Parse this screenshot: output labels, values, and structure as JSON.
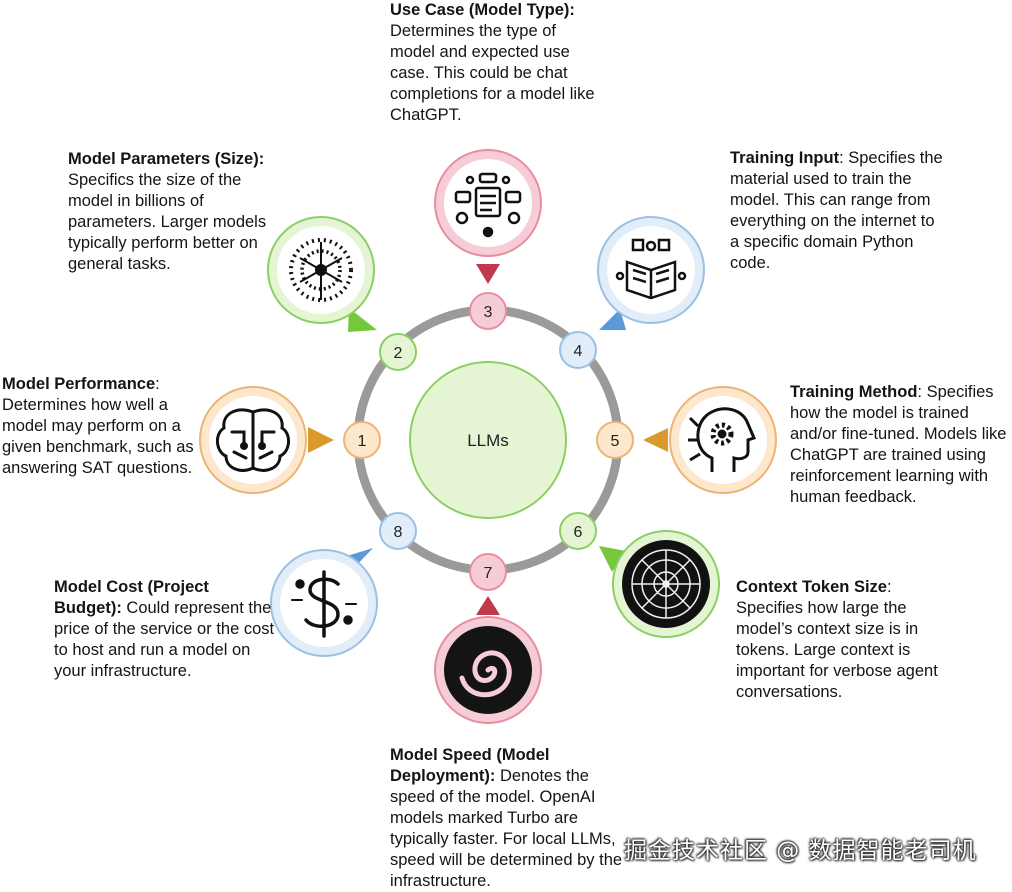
{
  "center": {
    "label": "LLMs"
  },
  "colors": {
    "ring": "#9a9a9a",
    "pink_fill": "#f6cdd6",
    "pink_stroke": "#e88e9f",
    "pink_tip": "#c0394c",
    "green_fill": "#e5f5d4",
    "green_stroke": "#8ccf64",
    "green_tip": "#74c83c",
    "blue_fill": "#e1edf8",
    "blue_stroke": "#9cc0e4",
    "blue_tip": "#5b9ad8",
    "orange_fill": "#fde7cd",
    "orange_stroke": "#eab575",
    "orange_tip": "#d89a2c"
  },
  "nodes": [
    {
      "num": "1",
      "color": "orange",
      "icon": "brain-circuit-icon"
    },
    {
      "num": "2",
      "color": "green",
      "icon": "neural-tree-icon"
    },
    {
      "num": "3",
      "color": "pink",
      "icon": "chat-interface-icon"
    },
    {
      "num": "4",
      "color": "blue",
      "icon": "open-book-icon"
    },
    {
      "num": "5",
      "color": "orange",
      "icon": "ai-head-gear-icon"
    },
    {
      "num": "6",
      "color": "green",
      "icon": "token-network-icon"
    },
    {
      "num": "7",
      "color": "pink",
      "icon": "spiral-swirl-icon"
    },
    {
      "num": "8",
      "color": "blue",
      "icon": "dollar-circuit-icon"
    }
  ],
  "descriptions": {
    "perf": {
      "title": "Model Performance",
      "body": ": Determines how well a model may perform on a given benchmark, such as answering SAT questions."
    },
    "params": {
      "title": "Model Parameters (Size):",
      "body": " Specifics the size of the model in billions of parameters. Larger models typically perform better on general tasks."
    },
    "usecase": {
      "title": "Use Case (Model Type):",
      "body": " Determines the type of model and expected use case. This could be chat completions for a model like ChatGPT."
    },
    "input": {
      "title": "Training Input",
      "body": ": Specifies the material used to train the model. This can range from everything on the internet to a specific domain Python code."
    },
    "method": {
      "title": "Training Method",
      "body": ": Specifies how the model is trained and/or fine-tuned. Models like ChatGPT are trained using reinforcement learning with human feedback."
    },
    "context": {
      "title": "Context Token Size",
      "body": ": Specifies how large the model’s context size is in tokens. Large context is important for verbose agent conversations."
    },
    "speed": {
      "title": "Model Speed (Model Deployment):",
      "body": " Denotes the speed of the model. OpenAI models marked Turbo are typically faster. For local LLMs, speed will be determined by the infrastructure."
    },
    "cost": {
      "title": "Model Cost (Project Budget):",
      "body": " Could represent the price of the service or the cost to host and run a model on your infrastructure."
    }
  },
  "watermark": "掘金技术社区 @ 数据智能老司机"
}
